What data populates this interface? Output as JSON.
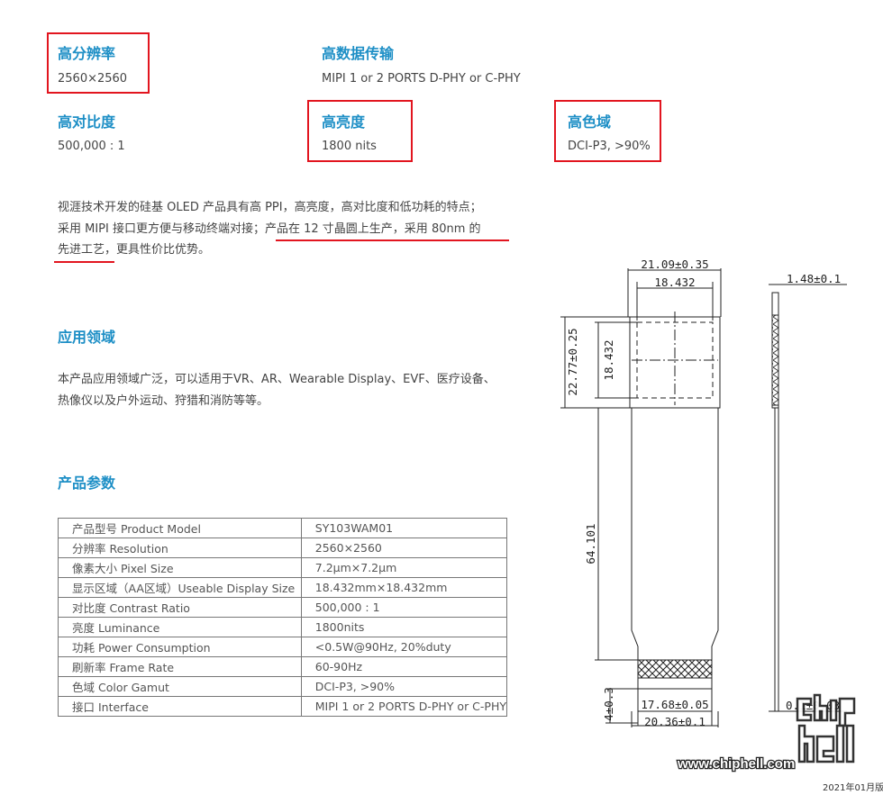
{
  "specs": [
    {
      "title": "高分辨率",
      "value": "2560×2560"
    },
    {
      "title": "高数据传输",
      "value": "MIPI 1 or 2 PORTS D-PHY or C-PHY"
    },
    {
      "title": "高对比度",
      "value": "500,000 : 1"
    },
    {
      "title": "高亮度",
      "value": "1800 nits"
    },
    {
      "title": "高色域",
      "value": "DCI-P3, >90%"
    }
  ],
  "intro": {
    "line1": "视涯技术开发的硅基 OLED 产品具有高 PPI，高亮度，高对比度和低功耗的特点；",
    "line2_a": "采用 MIPI 接口更方便与移动终端对接；",
    "line2_b": "产品在 12 寸晶圆上生产，采用 80nm 的",
    "line3_a": "先进工艺",
    "line3_b": "，更具性价比优势。"
  },
  "application": {
    "title": "应用领域",
    "line1": "本产品应用领域广泛，可以适用于VR、AR、Wearable Display、EVF、医疗设备、",
    "line2": "热像仪以及户外运动、狩猎和消防等等。"
  },
  "params": {
    "title": "产品参数",
    "rows": [
      {
        "label": "产品型号 Product Model",
        "value": "SY103WAM01"
      },
      {
        "label": "分辨率 Resolution",
        "value": "2560×2560"
      },
      {
        "label": "像素大小 Pixel Size",
        "value": "7.2μm×7.2μm"
      },
      {
        "label": "显示区域（AA区域）Useable Display Size",
        "value": "18.432mm×18.432mm"
      },
      {
        "label": "对比度 Contrast Ratio",
        "value": "500,000 : 1"
      },
      {
        "label": "亮度 Luminance",
        "value": "1800nits"
      },
      {
        "label": "功耗 Power Consumption",
        "value": "<0.5W@90Hz, 20%duty"
      },
      {
        "label": "刷新率 Frame Rate",
        "value": "60-90Hz"
      },
      {
        "label": "色域 Color Gamut",
        "value": "DCI-P3, >90%"
      },
      {
        "label": "接口 Interface",
        "value": "MIPI 1 or 2 PORTS D-PHY or C-PHY"
      }
    ]
  },
  "drawing": {
    "dim_top_outer": "21.09±0.35",
    "dim_top_inner": "18.432",
    "dim_thickness": "1.48±0.1",
    "dim_left_height": "22.77±0.25",
    "dim_left_inner": "18.432",
    "dim_fpc_length": "64.101",
    "dim_tail_height": "4±0.3",
    "dim_bottom_inner": "17.68±0.05",
    "dim_bottom_outer": "20.36±0.1",
    "dim_fpc_thickness": "0.1±0.03"
  },
  "watermark": {
    "text": "www.chiphell.com"
  },
  "footer": {
    "date": "2021年01月版"
  },
  "colors": {
    "accent": "#1e8fc6",
    "highlight": "#e2151f"
  }
}
